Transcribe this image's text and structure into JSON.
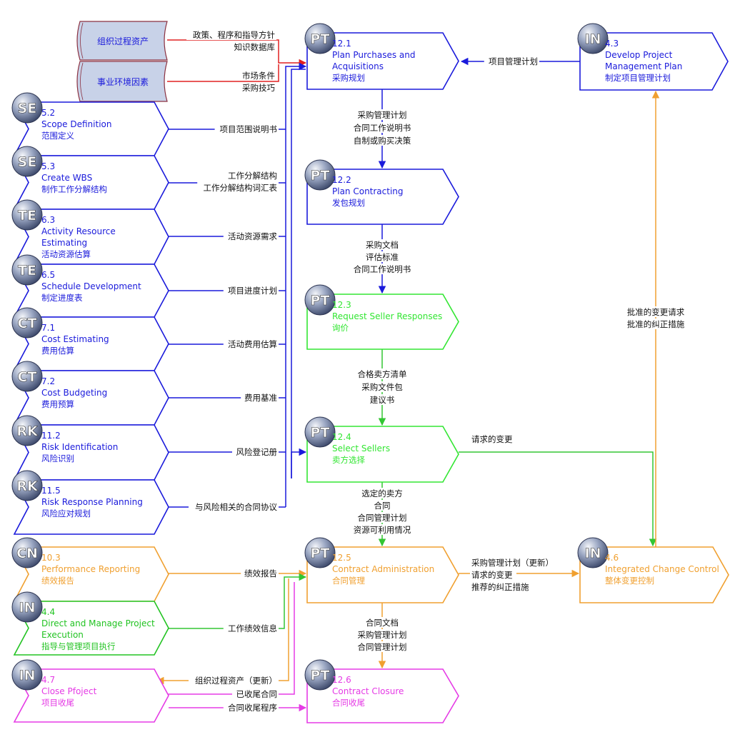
{
  "colors": {
    "blue": "#1a1adb",
    "green": "#33e633",
    "orange": "#f0a030",
    "magenta": "#e53be5",
    "red": "#e02020",
    "asset_fill": "#c8d2e8",
    "asset_text": "#1a1adb"
  },
  "assets": [
    {
      "label": "组织过程资产"
    },
    {
      "label": "事业环境因素"
    }
  ],
  "processes": [
    {
      "id": "p_se52",
      "badge": "SE",
      "num": "5.2",
      "title": [
        "Scope Definition"
      ],
      "cn": "范围定义",
      "color": "#1a1adb"
    },
    {
      "id": "p_se53",
      "badge": "SE",
      "num": "5.3",
      "title": [
        "Create WBS"
      ],
      "cn": "制作工作分解结构",
      "color": "#1a1adb"
    },
    {
      "id": "p_te63",
      "badge": "TE",
      "num": "6.3",
      "title": [
        "Activity Resource",
        "Estimating"
      ],
      "cn": "活动资源估算",
      "color": "#1a1adb"
    },
    {
      "id": "p_te65",
      "badge": "TE",
      "num": "6.5",
      "title": [
        "Schedule Development"
      ],
      "cn": "制定进度表",
      "color": "#1a1adb"
    },
    {
      "id": "p_ct71",
      "badge": "CT",
      "num": "7.1",
      "title": [
        "Cost Estimating"
      ],
      "cn": "费用估算",
      "color": "#1a1adb"
    },
    {
      "id": "p_ct72",
      "badge": "CT",
      "num": "7.2",
      "title": [
        "Cost Budgeting"
      ],
      "cn": "费用预算",
      "color": "#1a1adb"
    },
    {
      "id": "p_rk112",
      "badge": "RK",
      "num": "11.2",
      "title": [
        "Risk Identification"
      ],
      "cn": "风险识别",
      "color": "#1a1adb"
    },
    {
      "id": "p_rk115",
      "badge": "RK",
      "num": "11.5",
      "title": [
        "Risk Response Planning"
      ],
      "cn": "风险应对规划",
      "color": "#1a1adb"
    },
    {
      "id": "p_cn103",
      "badge": "CN",
      "num": "10.3",
      "title": [
        "Performance Reporting"
      ],
      "cn": "绩效报告",
      "color": "#f0a030"
    },
    {
      "id": "p_in44",
      "badge": "IN",
      "num": "4.4",
      "title": [
        "Direct and Manage Project",
        "Execution"
      ],
      "cn": "指导与管理项目执行",
      "color": "#22c322"
    },
    {
      "id": "p_in47",
      "badge": "IN",
      "num": "4.7",
      "title": [
        "Close Pfoject"
      ],
      "cn": "项目收尾",
      "color": "#e53be5"
    },
    {
      "id": "p_pt121",
      "badge": "PT",
      "num": "12.1",
      "title": [
        "Plan Purchases and",
        "Acquisitions"
      ],
      "cn": "采购规划",
      "color": "#1a1adb"
    },
    {
      "id": "p_pt122",
      "badge": "PT",
      "num": "12.2",
      "title": [
        "Plan Contracting"
      ],
      "cn": "发包规划",
      "color": "#1a1adb"
    },
    {
      "id": "p_pt123",
      "badge": "PT",
      "num": "12.3",
      "title": [
        "Request Seller Responses"
      ],
      "cn": "询价",
      "color": "#33e633"
    },
    {
      "id": "p_pt124",
      "badge": "PT",
      "num": "12.4",
      "title": [
        "Select Sellers"
      ],
      "cn": "卖方选择",
      "color": "#33e633"
    },
    {
      "id": "p_pt125",
      "badge": "PT",
      "num": "12.5",
      "title": [
        "Contract Administration"
      ],
      "cn": "合同管理",
      "color": "#f0a030"
    },
    {
      "id": "p_pt126",
      "badge": "PT",
      "num": "12.6",
      "title": [
        "Contract Closure"
      ],
      "cn": "合同收尾",
      "color": "#e53be5"
    },
    {
      "id": "p_in43",
      "badge": "IN",
      "num": "4.3",
      "title": [
        "Develop Project",
        "Management Plan"
      ],
      "cn": "制定项目管理计划",
      "color": "#1a1adb"
    },
    {
      "id": "p_in46",
      "badge": "IN",
      "num": "4.6",
      "title": [
        "Integrated Change Control"
      ],
      "cn": "整体变更控制",
      "color": "#f0a030"
    }
  ],
  "flows": [
    {
      "id": "f_asset1",
      "lines": [
        "政策、程序和指导方针",
        "知识数据库"
      ]
    },
    {
      "id": "f_asset2",
      "lines": [
        "市场条件",
        "采购技巧"
      ]
    },
    {
      "id": "f_se52",
      "lines": [
        "项目范围说明书"
      ]
    },
    {
      "id": "f_se53",
      "lines": [
        "工作分解结构",
        "工作分解结构词汇表"
      ]
    },
    {
      "id": "f_te63",
      "lines": [
        "活动资源需求"
      ]
    },
    {
      "id": "f_te65",
      "lines": [
        "项目进度计划"
      ]
    },
    {
      "id": "f_ct71",
      "lines": [
        "活动费用估算"
      ]
    },
    {
      "id": "f_ct72",
      "lines": [
        "费用基准"
      ]
    },
    {
      "id": "f_rk112",
      "lines": [
        "风险登记册"
      ]
    },
    {
      "id": "f_rk115",
      "lines": [
        "与风险相关的合同协议"
      ]
    },
    {
      "id": "f_in43",
      "lines": [
        "项目管理计划"
      ]
    },
    {
      "id": "f_121_122",
      "lines": [
        "采购管理计划",
        "合同工作说明书",
        "自制或购买决策"
      ]
    },
    {
      "id": "f_122_123",
      "lines": [
        "采购文档",
        "评估标准",
        "合同工作说明书"
      ]
    },
    {
      "id": "f_123_124",
      "lines": [
        "合格卖方清单",
        "采购文件包",
        "建议书"
      ]
    },
    {
      "id": "f_124_125",
      "lines": [
        "选定的卖方",
        "合同",
        "合同管理计划",
        "资源可利用情况"
      ]
    },
    {
      "id": "f_125_126",
      "lines": [
        "合同文档",
        "采购管理计划",
        "合同管理计划"
      ]
    },
    {
      "id": "f_124_46",
      "lines": [
        "请求的变更"
      ]
    },
    {
      "id": "f_125_46",
      "lines": [
        "采购管理计划（更新）",
        "请求的变更",
        "推荐的纠正措施"
      ]
    },
    {
      "id": "f_46_43",
      "lines": [
        "批准的变更请求",
        "批准的纠正措施"
      ]
    },
    {
      "id": "f_cn103",
      "lines": [
        "绩效报告"
      ]
    },
    {
      "id": "f_in44",
      "lines": [
        "工作绩效信息"
      ]
    },
    {
      "id": "f_126_47a",
      "lines": [
        "组织过程资产（更新）"
      ]
    },
    {
      "id": "f_126_47b",
      "lines": [
        "已收尾合同"
      ]
    },
    {
      "id": "f_47_126",
      "lines": [
        "合同收尾程序"
      ]
    }
  ]
}
